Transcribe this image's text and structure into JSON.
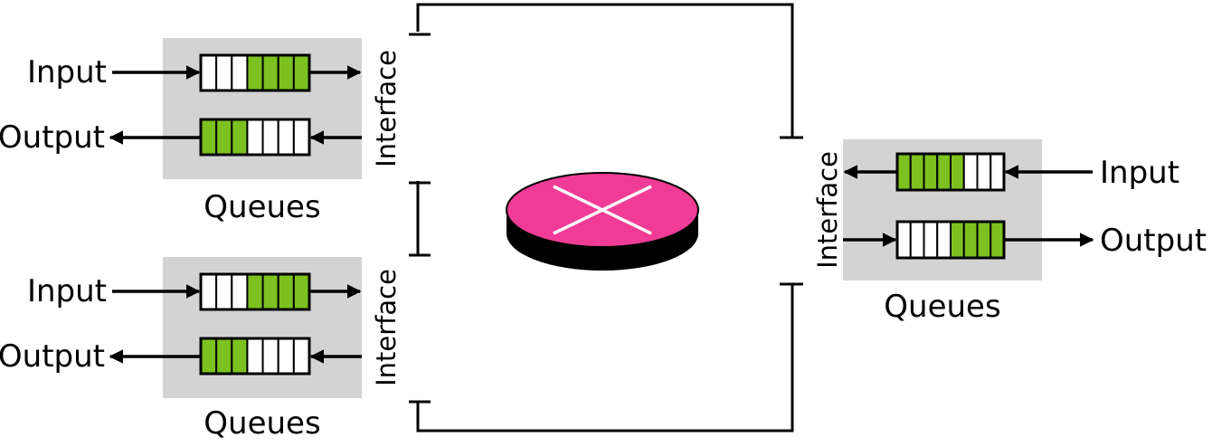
{
  "colors": {
    "panel": "#d3d3d3",
    "queue_filled": "#7cc11f",
    "queue_empty": "#ffffff",
    "router_top": "#f03c96",
    "router_side": "#000000",
    "line": "#000000"
  },
  "ports": [
    {
      "input_label": "Input",
      "output_label": "Output",
      "queues_label": "Queues",
      "interface_label": "Interface",
      "input_queue_slots": [
        0,
        0,
        0,
        1,
        1,
        1,
        1
      ],
      "output_queue_slots": [
        1,
        1,
        1,
        0,
        0,
        0,
        0
      ]
    },
    {
      "input_label": "Input",
      "output_label": "Output",
      "queues_label": "Queues",
      "interface_label": "Interface",
      "input_queue_slots": [
        0,
        0,
        0,
        1,
        1,
        1,
        1
      ],
      "output_queue_slots": [
        1,
        1,
        1,
        0,
        0,
        0,
        0
      ]
    },
    {
      "input_label": "Input",
      "output_label": "Output",
      "queues_label": "Queues",
      "interface_label": "Interface",
      "input_queue_slots": [
        1,
        1,
        1,
        1,
        1,
        0,
        0,
        0
      ],
      "output_queue_slots": [
        0,
        0,
        0,
        0,
        1,
        1,
        1,
        1
      ]
    }
  ],
  "router": {
    "icon": "router-crossed-arrows-icon"
  }
}
